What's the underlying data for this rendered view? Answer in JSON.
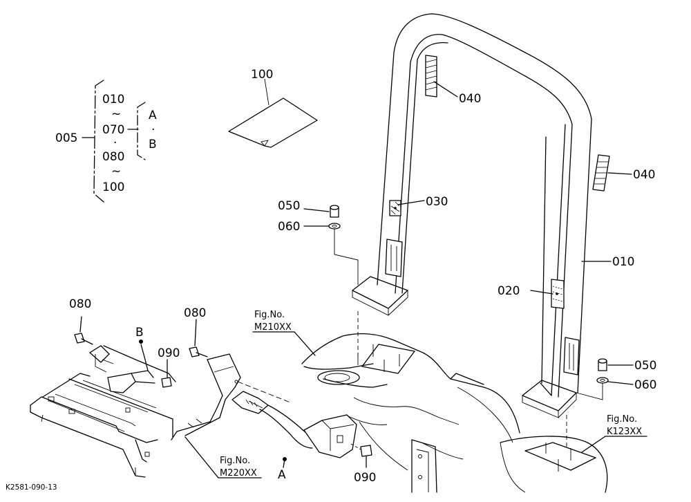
{
  "diagram_code": "K2581-090-13",
  "bracket_group": {
    "main_part": "005",
    "items": [
      "010",
      "~",
      "070",
      "·",
      "080",
      "~",
      "100"
    ],
    "variants": [
      "A",
      "·",
      "B"
    ]
  },
  "part_labels": {
    "p100": "100",
    "p040_upper": "040",
    "p040_right": "040",
    "p030": "030",
    "p050_left": "050",
    "p060_left": "060",
    "p020": "020",
    "p010": "010",
    "p050_right": "050",
    "p060_right": "060",
    "p080_left": "080",
    "p080_mid": "080",
    "p090_upper": "090",
    "p090_lower": "090",
    "letter_b": "B",
    "letter_a": "A"
  },
  "figure_refs": {
    "m210": {
      "title": "Fig.No.",
      "code": "M210XX"
    },
    "m220": {
      "title": "Fig.No.",
      "code": "M220XX"
    },
    "k123": {
      "title": "Fig.No.",
      "code": "K123XX"
    }
  }
}
